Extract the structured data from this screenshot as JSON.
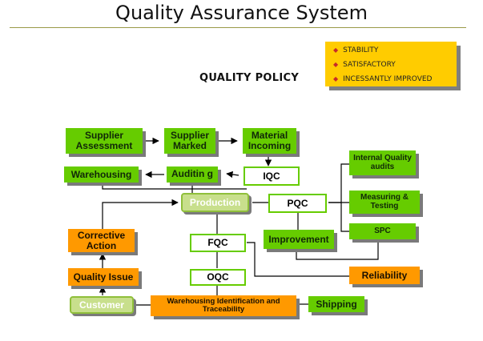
{
  "title": "Quality Assurance System",
  "policy": {
    "heading": "QUALITY POLICY",
    "items": [
      "STABILITY",
      "SATISFACTORY",
      "INCESSANTLY IMPROVED"
    ],
    "bullet": "◆"
  },
  "nodes": {
    "supplier_assessment": "Supplier Assessment",
    "supplier_marked": "Supplier Marked",
    "material_incoming": "Material Incoming",
    "warehousing": "Warehousing",
    "auditing": "Auditin g",
    "iqc": "IQC",
    "production": "Production",
    "pqc": "PQC",
    "internal_quality_audits": "Internal Quality audits",
    "measuring_testing": "Measuring & Testing",
    "spc": "SPC",
    "improvement": "Improvement",
    "corrective_action": "Corrective Action",
    "fqc": "FQC",
    "quality_issue": "Quality Issue",
    "reliability": "Reliability",
    "oqc": "OQC",
    "customer": "Customer",
    "warehousing_identification": "Warehousing Identification and Traceability",
    "shipping": "Shipping"
  },
  "colors": {
    "green": "#66cc00",
    "orange": "#ff9900",
    "policy_yellow": "#ffcc00",
    "bullet_red": "#c62a2a"
  }
}
